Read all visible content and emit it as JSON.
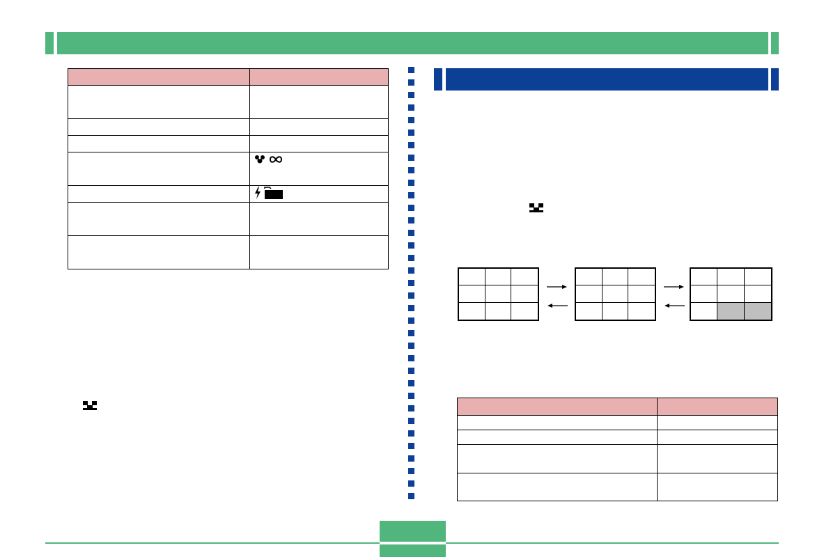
{
  "header": {
    "title": ""
  },
  "section": {
    "title": ""
  },
  "left_table": {
    "header": [
      "",
      ""
    ],
    "rows": [
      [
        "",
        ""
      ],
      [
        "",
        ""
      ],
      [
        "",
        ""
      ],
      [
        "",
        ""
      ],
      [
        "",
        ""
      ],
      [
        "",
        ""
      ],
      [
        "",
        ""
      ]
    ],
    "icons": [
      "macro-flower-icon",
      "infinity-icon",
      "flash-icon",
      "folder-icon"
    ]
  },
  "right_table": {
    "header": [
      "",
      ""
    ],
    "rows": [
      [
        "",
        ""
      ],
      [
        "",
        ""
      ],
      [
        "",
        ""
      ],
      [
        "",
        ""
      ]
    ]
  },
  "grids": [
    {
      "name": "grid-9",
      "shaded_cells": []
    },
    {
      "name": "grid-9",
      "shaded_cells": []
    },
    {
      "name": "grid-7",
      "shaded_cells": [
        8,
        9
      ]
    }
  ],
  "colors": {
    "green": "#50b67e",
    "blue": "#0c3f96",
    "table_header": "#e8b0b0",
    "shaded_cell": "#bfbfbf"
  },
  "footer": {
    "page_number": ""
  }
}
